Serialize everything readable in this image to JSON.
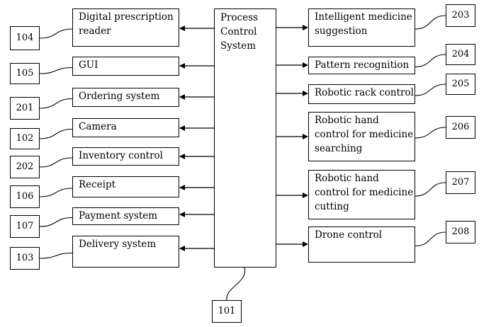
{
  "center": {
    "lines": [
      "Process",
      "Control",
      "System"
    ],
    "ref": "101"
  },
  "left_blocks": [
    {
      "lines": [
        "Digital prescription",
        "reader"
      ],
      "ref": "104"
    },
    {
      "lines": [
        "GUI"
      ],
      "ref": "105"
    },
    {
      "lines": [
        "Ordering system"
      ],
      "ref": "201"
    },
    {
      "lines": [
        "Camera"
      ],
      "ref": "102"
    },
    {
      "lines": [
        "Inventory control"
      ],
      "ref": "202"
    },
    {
      "lines": [
        "Receipt"
      ],
      "ref": "106"
    },
    {
      "lines": [
        "Payment system"
      ],
      "ref": "107"
    },
    {
      "lines": [
        "Delivery system"
      ],
      "ref": "103"
    }
  ],
  "right_blocks": [
    {
      "lines": [
        "Intelligent medicine",
        "suggestion"
      ],
      "ref": "203"
    },
    {
      "lines": [
        "Pattern recognition"
      ],
      "ref": "204"
    },
    {
      "lines": [
        "Robotic rack control"
      ],
      "ref": "205"
    },
    {
      "lines": [
        "Robotic hand",
        "control for medicine",
        "searching"
      ],
      "ref": "206"
    },
    {
      "lines": [
        "Robotic hand",
        "control for medicine",
        "cutting"
      ],
      "ref": "207"
    },
    {
      "lines": [
        "Drone control"
      ],
      "ref": "208"
    }
  ]
}
